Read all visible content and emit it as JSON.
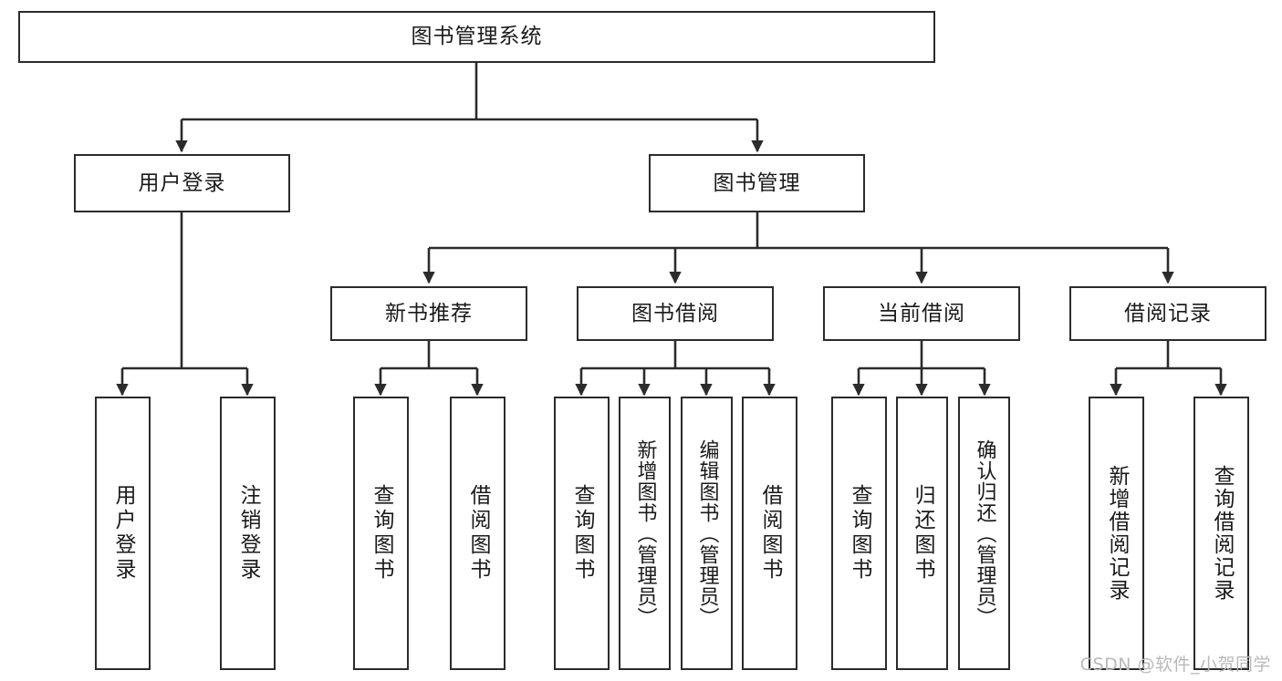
{
  "diagram": {
    "title": "图书管理系统",
    "type": "hierarchy-tree",
    "colors": {
      "box_border": "#2b2b2b",
      "box_fill": "#ffffff",
      "line": "#2b2b2b",
      "text": "#1a1a1a",
      "watermark": "#b9b9b9"
    },
    "root": {
      "label": "图书管理系统"
    },
    "level2": [
      {
        "label": "用户登录"
      },
      {
        "label": "图书管理"
      }
    ],
    "level3": [
      {
        "label": "新书推荐"
      },
      {
        "label": "图书借阅"
      },
      {
        "label": "当前借阅"
      },
      {
        "label": "借阅记录"
      }
    ],
    "leaves": {
      "user_login": [
        {
          "label": "用户登录"
        },
        {
          "label": "注销登录"
        }
      ],
      "new_book_recommend": [
        {
          "label": "查询图书"
        },
        {
          "label": "借阅图书"
        }
      ],
      "book_borrow": [
        {
          "label": "查询图书"
        },
        {
          "label": "新增图书（管理员）"
        },
        {
          "label": "编辑图书（管理员）"
        },
        {
          "label": "借阅图书"
        }
      ],
      "current_borrow": [
        {
          "label": "查询图书"
        },
        {
          "label": "归还图书"
        },
        {
          "label": "确认归还（管理员）"
        }
      ],
      "borrow_record": [
        {
          "label": "新增借阅记录"
        },
        {
          "label": "查询借阅记录"
        }
      ]
    }
  },
  "watermark": {
    "text": "CSDN @软件_小贺同学"
  }
}
